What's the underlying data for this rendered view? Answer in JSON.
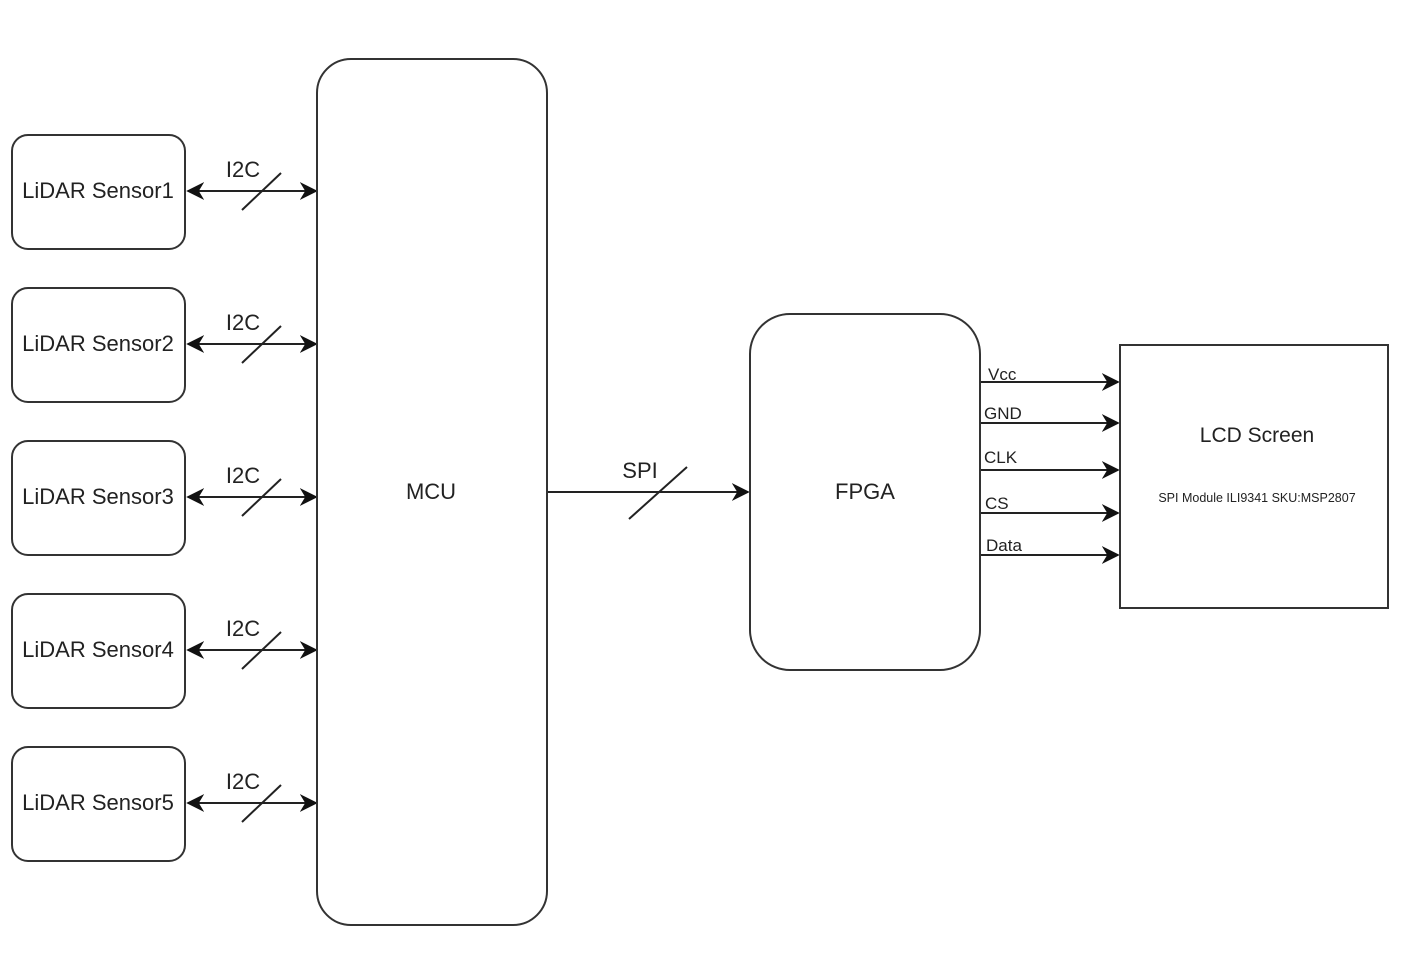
{
  "diagram": {
    "sensors": [
      {
        "label": "LiDAR Sensor1",
        "bus": "I2C"
      },
      {
        "label": "LiDAR Sensor2",
        "bus": "I2C"
      },
      {
        "label": "LiDAR Sensor3",
        "bus": "I2C"
      },
      {
        "label": "LiDAR Sensor4",
        "bus": "I2C"
      },
      {
        "label": "LiDAR Sensor5",
        "bus": "I2C"
      }
    ],
    "mcu": {
      "label": "MCU"
    },
    "mcu_to_fpga": {
      "label": "SPI"
    },
    "fpga": {
      "label": "FPGA"
    },
    "lcd": {
      "title": "LCD Screen",
      "subtitle": "SPI Module ILI9341 SKU:MSP2807"
    },
    "lcd_signals": [
      "Vcc",
      "GND",
      "CLK",
      "CS",
      "Data"
    ]
  }
}
